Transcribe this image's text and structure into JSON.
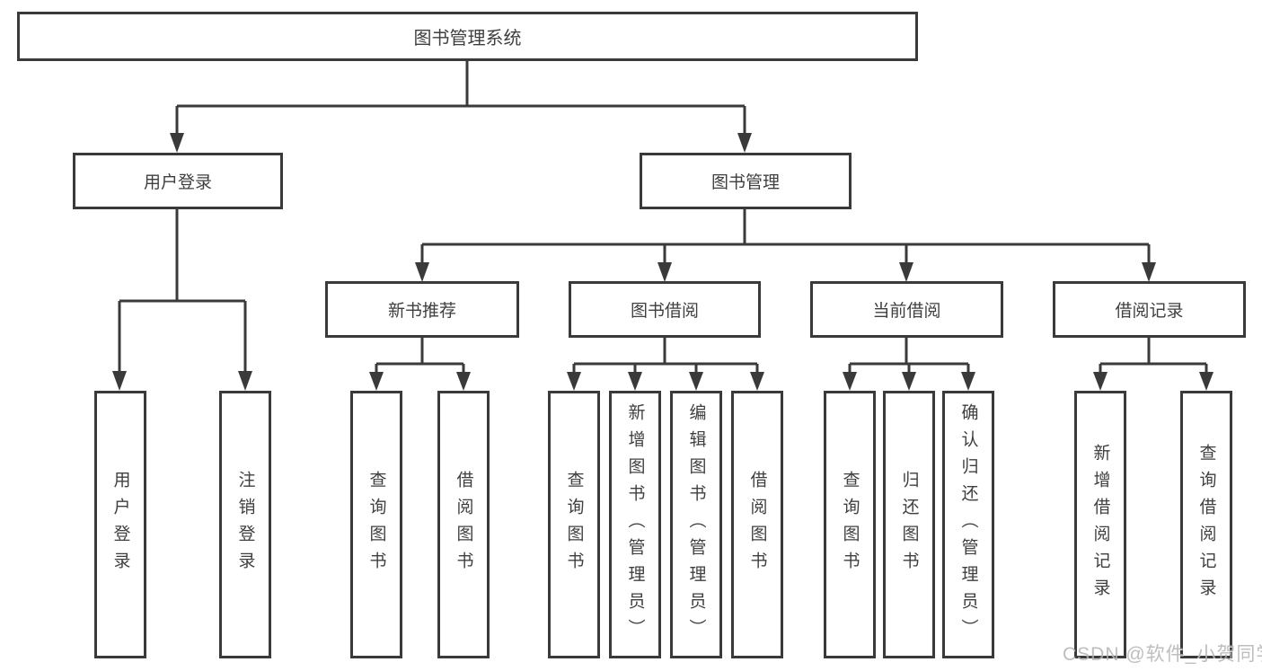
{
  "diagram": {
    "title": "图书管理系统",
    "nodes": {
      "root": "图书管理系统",
      "user_login": "用户登录",
      "book_mgmt": "图书管理",
      "new_book_rec": "新书推荐",
      "book_borrow": "图书借阅",
      "current_borrow": "当前借阅",
      "borrow_record": "借阅记录",
      "leaf_user_login": "用户登录",
      "leaf_logout": "注销登录",
      "leaf_nbr_query_book": "查询图书",
      "leaf_nbr_borrow_book": "借阅图书",
      "leaf_bb_query_book": "查询图书",
      "leaf_bb_add_book": "新增图书（管理员）",
      "leaf_bb_edit_book": "编辑图书（管理员）",
      "leaf_bb_borrow_book": "借阅图书",
      "leaf_cb_query_book": "查询图书",
      "leaf_cb_return_book": "归还图书",
      "leaf_cb_confirm_return": "确认归还（管理员）",
      "leaf_br_add_record": "新增借阅记录",
      "leaf_br_query_record": "查询借阅记录"
    },
    "hierarchy": {
      "root": [
        "user_login",
        "book_mgmt"
      ],
      "user_login": [
        "leaf_user_login",
        "leaf_logout"
      ],
      "book_mgmt": [
        "new_book_rec",
        "book_borrow",
        "current_borrow",
        "borrow_record"
      ],
      "new_book_rec": [
        "leaf_nbr_query_book",
        "leaf_nbr_borrow_book"
      ],
      "book_borrow": [
        "leaf_bb_query_book",
        "leaf_bb_add_book",
        "leaf_bb_edit_book",
        "leaf_bb_borrow_book"
      ],
      "current_borrow": [
        "leaf_cb_query_book",
        "leaf_cb_return_book",
        "leaf_cb_confirm_return"
      ],
      "borrow_record": [
        "leaf_br_add_record",
        "leaf_br_query_record"
      ]
    }
  },
  "watermark": {
    "text": "CSDN @软件_小贺同学",
    "color": "#aeaeae"
  },
  "colors": {
    "line": "#3a3a3a",
    "box_border": "#3a3a3a",
    "text": "#3f3f3f",
    "background": "#ffffff"
  }
}
